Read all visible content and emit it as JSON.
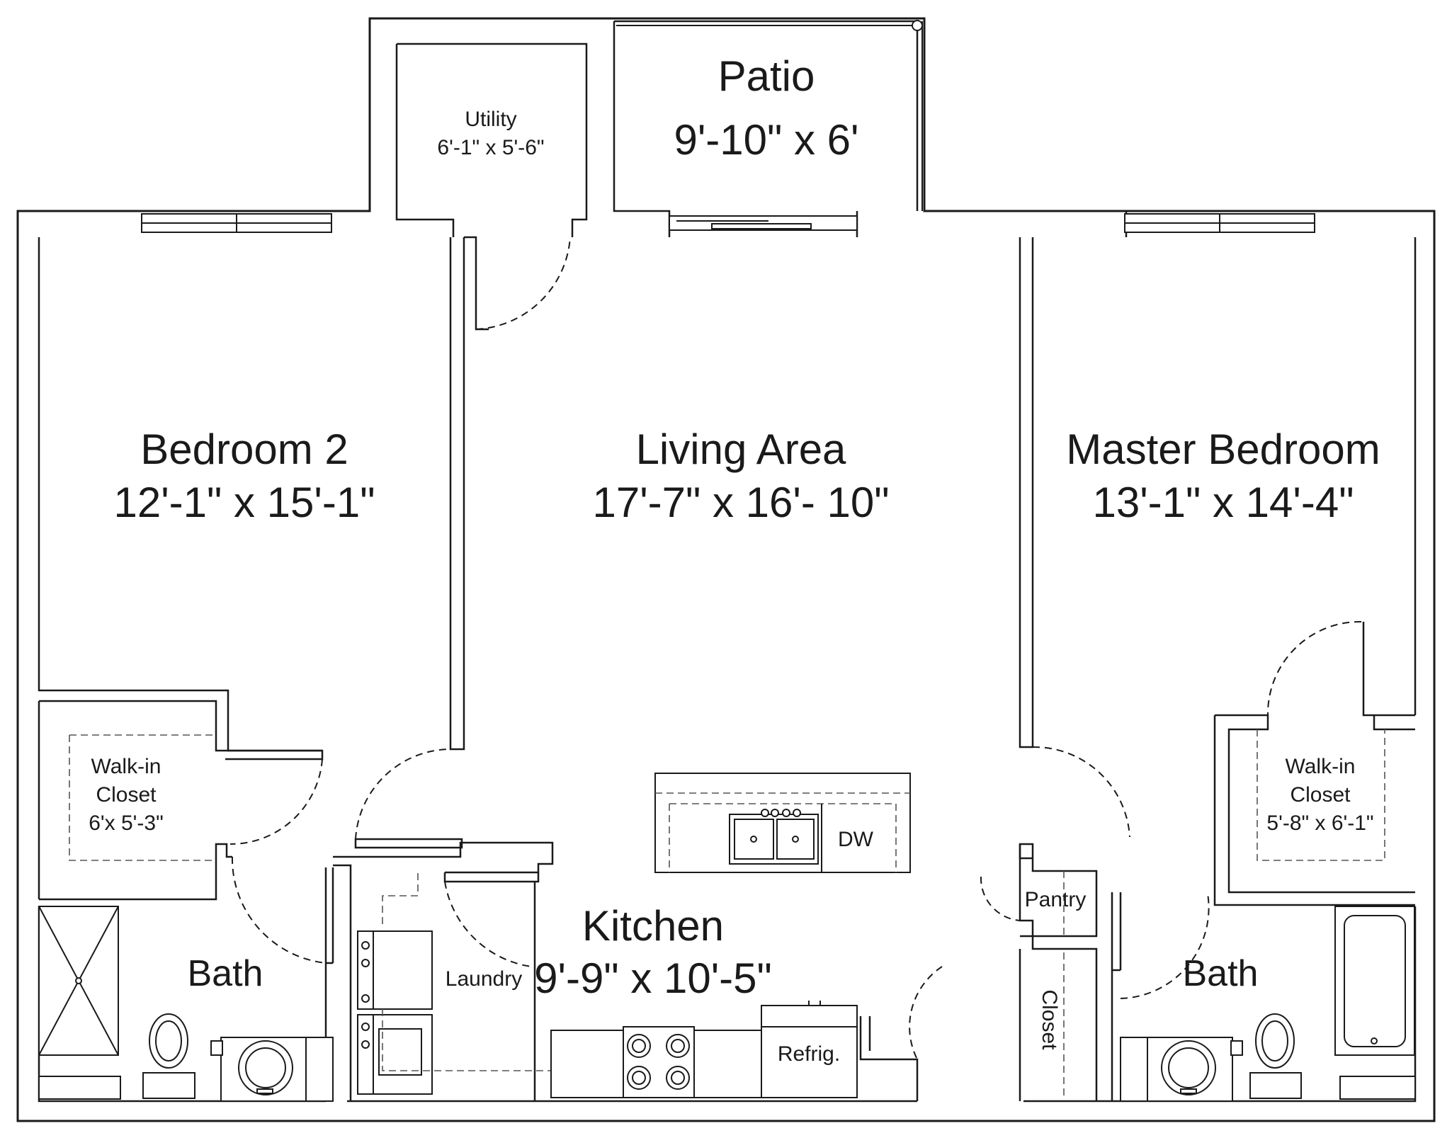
{
  "rooms": {
    "patio": {
      "name": "Patio",
      "dims": "9'-10\" x 6'"
    },
    "utility": {
      "name": "Utility",
      "dims": "6'-1\" x 5'-6\""
    },
    "bedroom2": {
      "name": "Bedroom 2",
      "dims": "12'-1\" x 15'-1\""
    },
    "living": {
      "name": "Living Area",
      "dims": "17'-7\" x 16'- 10\""
    },
    "master": {
      "name": "Master Bedroom",
      "dims": "13'-1\" x 14'-4\""
    },
    "walkin_left": {
      "line1": "Walk-in",
      "line2": "Closet",
      "dims": "6'x 5'-3\""
    },
    "walkin_right": {
      "line1": "Walk-in",
      "line2": "Closet",
      "dims": "5'-8\" x 6'-1\""
    },
    "kitchen": {
      "name": "Kitchen",
      "dims": "9'-9\" x 10'-5\""
    },
    "bath_left": {
      "name": "Bath"
    },
    "bath_right": {
      "name": "Bath"
    },
    "laundry": {
      "name": "Laundry"
    },
    "pantry": {
      "name": "Pantry"
    },
    "closet": {
      "name": "Closet"
    },
    "refrig": {
      "name": "Refrig."
    },
    "dw": {
      "name": "DW"
    }
  }
}
